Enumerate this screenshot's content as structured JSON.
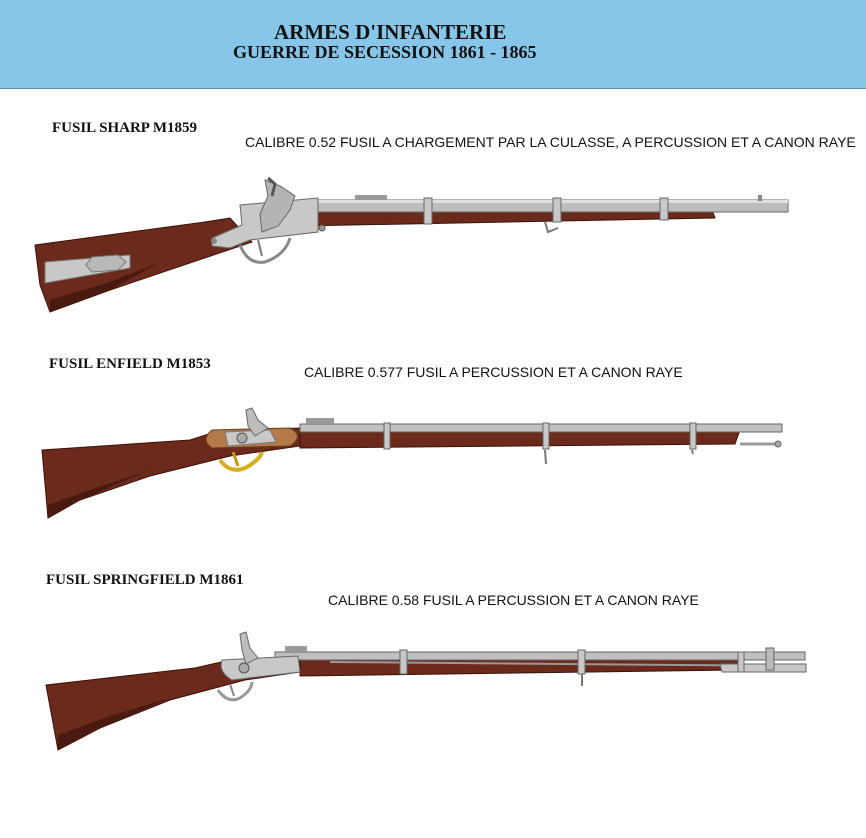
{
  "header": {
    "title_line1": "ARMES D'INFANTERIE",
    "title_line2": "GUERRE DE SECESSION 1861 - 1865",
    "background_color": "#87c6e8"
  },
  "rifles": [
    {
      "name": "FUSIL  SHARP M1859",
      "caliber_text": "CALIBRE 0.52 FUSIL A CHARGEMENT PAR LA CULASSE, A PERCUSSION ET A CANON RAYE"
    },
    {
      "name": "FUSIL ENFIELD M1853",
      "caliber_text": "CALIBRE 0.577 FUSIL  A PERCUSSION ET A CANON RAYE"
    },
    {
      "name": "FUSIL SPRINGFIELD M1861",
      "caliber_text": "CALIBRE 0.58 FUSIL A PERCUSSION ET A  CANON  RAYE"
    }
  ],
  "colors": {
    "wood": "#6b2a1c",
    "wood_dark": "#4a1a10",
    "metal": "#c8c8c8",
    "metal_dark": "#8a8a8a",
    "brass": "#d4b020"
  }
}
